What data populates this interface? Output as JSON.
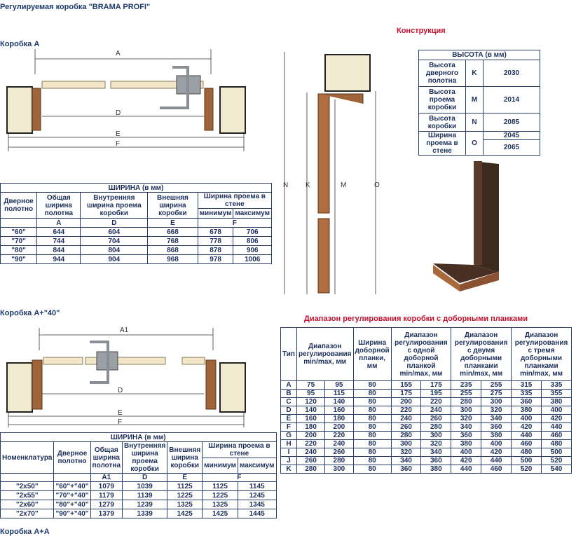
{
  "page_title": "Регулируемая коробка \"BRAMA PROFI\"",
  "konstr_title": "Конструкция",
  "section_a_title": "Коробка А",
  "section_a40_title": "Коробка А+\"40\"",
  "section_aa_title": "Коробка А+А",
  "range_title": "Диапазон регулирования коробки с доборными планками",
  "drawing_a_labels": {
    "a": "A",
    "d": "D",
    "e": "E",
    "f": "F"
  },
  "drawing_a1_labels": {
    "a1": "A1",
    "d": "D",
    "e": "E",
    "f": "F"
  },
  "side_labels": {
    "n": "N",
    "k": "K",
    "m": "M",
    "o": "O"
  },
  "height_table": {
    "header": "ВЫСОТА (в мм)",
    "rows": [
      {
        "name": "Высота дверного полотна",
        "code": "K",
        "value": "2030"
      },
      {
        "name": "Высота проема коробки",
        "code": "M",
        "value": "2014"
      },
      {
        "name": "Высота коробки",
        "code": "N",
        "value": "2085"
      },
      {
        "name": "Ширина проема в стене",
        "code": "O",
        "value": "2045",
        "value2": "2065"
      }
    ]
  },
  "width_table_a": {
    "header": "ШИРИНА (в мм)",
    "cols": [
      "Дверное полотно",
      "Общая ширина полотна",
      "Внутренняя ширина проема коробки",
      "Внешняя ширина коробки",
      "Ширина проема в стене"
    ],
    "sub": [
      "минимум",
      "максимум"
    ],
    "codes": [
      "A",
      "D",
      "E",
      "F"
    ],
    "rows": [
      [
        "\"60\"",
        "644",
        "604",
        "668",
        "678",
        "706"
      ],
      [
        "\"70\"",
        "744",
        "704",
        "768",
        "778",
        "806"
      ],
      [
        "\"80\"",
        "844",
        "804",
        "868",
        "878",
        "906"
      ],
      [
        "\"90\"",
        "944",
        "904",
        "968",
        "978",
        "1006"
      ]
    ]
  },
  "width_table_a40": {
    "header": "ШИРИНА (в мм)",
    "cols": [
      "Номенклатура",
      "Дверное полотно",
      "Общая ширина полотна",
      "Внутренняя ширина проема коробки",
      "Внешняя ширина коробки",
      "Ширина проема в стене"
    ],
    "sub": [
      "минимум",
      "максимум"
    ],
    "codes": [
      "A1",
      "D",
      "E",
      "F"
    ],
    "rows": [
      [
        "\"2x50\"",
        "\"60\"+\"40\"",
        "1079",
        "1039",
        "1125",
        "1125",
        "1145"
      ],
      [
        "\"2x55\"",
        "\"70\"+\"40\"",
        "1179",
        "1139",
        "1225",
        "1225",
        "1245"
      ],
      [
        "\"2x60\"",
        "\"80\"+\"40\"",
        "1279",
        "1239",
        "1325",
        "1325",
        "1345"
      ],
      [
        "\"2x70\"",
        "\"90\"+\"40\"",
        "1379",
        "1339",
        "1425",
        "1425",
        "1445"
      ]
    ]
  },
  "range_table": {
    "cols": [
      "Тип",
      "Диапазон регулирования min/max, мм",
      "Ширина доборной планки, мм",
      "Диапазон регулирования с одной доборной планкой min/max, мм",
      "Диапазон регулирования с двумя доборными планками min/max, мм",
      "Диапазон регулирования с тремя доборными планками min/max, мм"
    ],
    "rows": [
      [
        "A",
        "75",
        "95",
        "80",
        "155",
        "175",
        "235",
        "255",
        "315",
        "335"
      ],
      [
        "B",
        "95",
        "115",
        "80",
        "175",
        "195",
        "255",
        "275",
        "335",
        "355"
      ],
      [
        "C",
        "120",
        "140",
        "80",
        "200",
        "220",
        "280",
        "300",
        "360",
        "380"
      ],
      [
        "D",
        "140",
        "160",
        "80",
        "220",
        "240",
        "300",
        "320",
        "380",
        "400"
      ],
      [
        "E",
        "160",
        "180",
        "80",
        "240",
        "260",
        "320",
        "340",
        "400",
        "420"
      ],
      [
        "F",
        "180",
        "200",
        "80",
        "260",
        "280",
        "340",
        "360",
        "420",
        "440"
      ],
      [
        "G",
        "200",
        "220",
        "80",
        "280",
        "300",
        "360",
        "380",
        "440",
        "460"
      ],
      [
        "H",
        "220",
        "240",
        "80",
        "300",
        "320",
        "380",
        "400",
        "460",
        "480"
      ],
      [
        "I",
        "240",
        "260",
        "80",
        "320",
        "340",
        "400",
        "420",
        "480",
        "500"
      ],
      [
        "J",
        "260",
        "280",
        "80",
        "340",
        "360",
        "420",
        "440",
        "500",
        "520"
      ],
      [
        "K",
        "280",
        "300",
        "80",
        "360",
        "380",
        "440",
        "460",
        "520",
        "540"
      ]
    ]
  }
}
